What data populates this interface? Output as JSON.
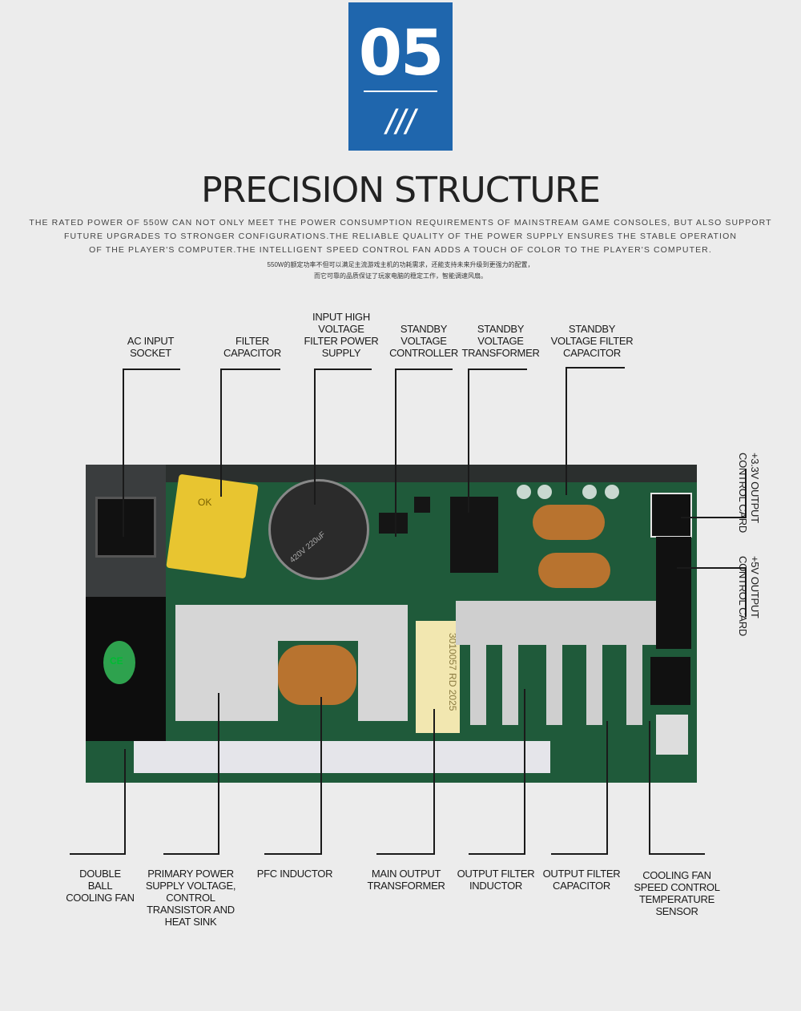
{
  "badge": {
    "number": "05",
    "slashes": "///"
  },
  "title": "PRECISION STRUCTURE",
  "description": [
    "THE RATED POWER OF 550W CAN NOT ONLY MEET THE POWER CONSUMPTION REQUIREMENTS OF MAINSTREAM GAME CONSOLES, BUT ALSO SUPPORT",
    "FUTURE UPGRADES TO STRONGER CONFIGURATIONS.THE RELIABLE QUALITY OF THE POWER SUPPLY ENSURES THE STABLE OPERATION",
    "OF THE PLAYER'S COMPUTER.THE INTELLIGENT SPEED CONTROL FAN ADDS A TOUCH OF COLOR TO THE PLAYER'S COMPUTER."
  ],
  "description_cn": [
    "550W的额定功率不但可以满足主流游戏主机的功耗需求，还能支持未来升级到更强力的配置，",
    "而它可靠的品质保证了玩家电脑的稳定工作，智能调速风扇。"
  ],
  "board_markings": {
    "capacitor_text": "420V 220uF",
    "cap_top": "ОK",
    "transformer_text": "3010057 RD 2025",
    "fan_sticker": "CE"
  },
  "labels_top": [
    "AC INPUT\nSOCKET",
    "FILTER\nCAPACITOR",
    "INPUT HIGH\nVOLTAGE\nFILTER POWER\nSUPPLY",
    "STANDBY\nVOLTAGE\nCONTROLLER",
    "STANDBY\nVOLTAGE\nTRANSFORMER",
    "STANDBY\nVOLTAGE FILTER\nCAPACITOR"
  ],
  "labels_right": [
    "+3.3V OUTPUT\nCONTROL CARD",
    "+5V OUTPUT\nCONTROL CARD"
  ],
  "labels_bottom": [
    "DOUBLE\nBALL\nCOOLING FAN",
    "PRIMARY POWER\nSUPPLY VOLTAGE,\nCONTROL\nTRANSISTOR AND\nHEAT SINK",
    "PFC INDUCTOR",
    "MAIN OUTPUT\nTRANSFORMER",
    "OUTPUT FILTER\nINDUCTOR",
    "OUTPUT FILTER\nCAPACITOR",
    "COOLING FAN\nSPEED CONTROL\nTEMPERATURE\nSENSOR"
  ],
  "colors": {
    "badge": "#1f66ad",
    "background": "#ececec",
    "pcb": "#1f5a3a",
    "text": "#222222"
  }
}
